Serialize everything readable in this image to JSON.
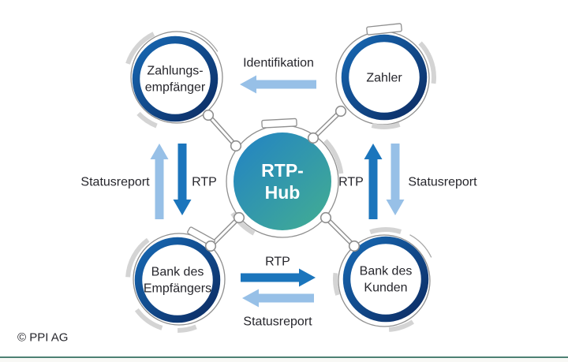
{
  "diagram": {
    "hub": {
      "line1": "RTP-",
      "line2": "Hub"
    },
    "nodes": {
      "payee": {
        "line1": "Zahlungs-",
        "line2": "empfänger"
      },
      "payer": {
        "label": "Zahler"
      },
      "payee_bank": {
        "line1": "Bank des",
        "line2": "Empfängers"
      },
      "payer_bank": {
        "line1": "Bank des",
        "line2": "Kunden"
      }
    },
    "flows": {
      "identification": "Identifikation",
      "left": {
        "up_label": "Statusreport",
        "down_label": "RTP"
      },
      "right": {
        "up_label": "RTP",
        "down_label": "Statusreport"
      },
      "bottom": {
        "right_label": "RTP",
        "left_label": "Statusreport"
      }
    },
    "copyright": "© PPI AG"
  },
  "colors": {
    "arrow_dark": "#1b75bc",
    "arrow_light": "#97c0e7",
    "ring_start": "#1769b4",
    "ring_end": "#0c2b62",
    "hub_start": "#2282c5",
    "hub_end": "#43ae91",
    "outline_gray": "#8f8f8f",
    "arc_gray": "#d4d4d4",
    "text": "#26262c",
    "bottom_rule": "#4d8173"
  }
}
